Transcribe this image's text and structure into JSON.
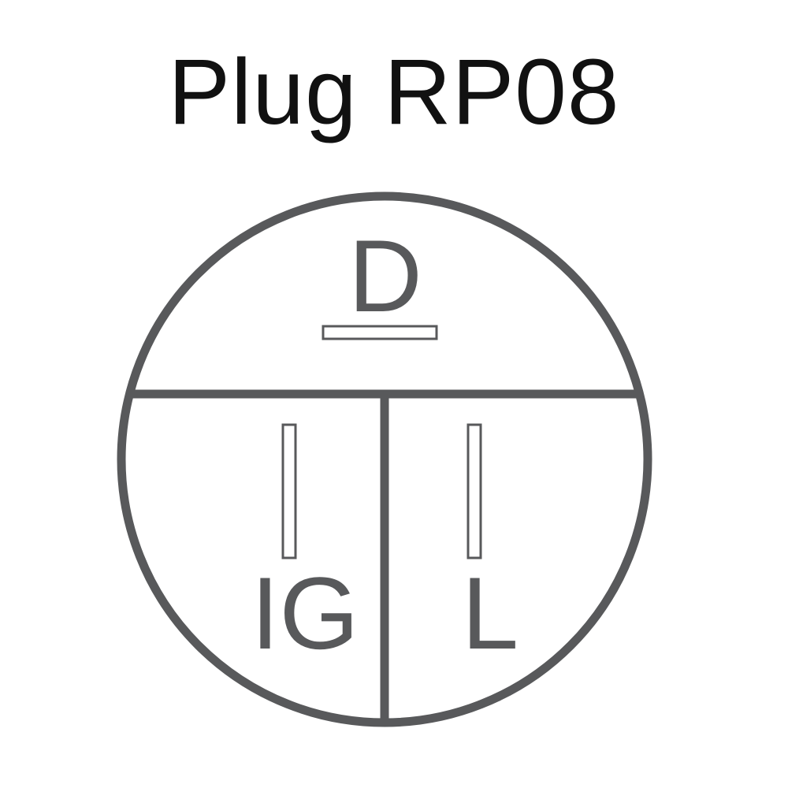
{
  "title": "Plug RP08",
  "terminals": {
    "top": "D",
    "left": "IG",
    "right": "L"
  },
  "colors": {
    "line": "#58595b",
    "title_text": "#111111",
    "background": "#ffffff"
  }
}
